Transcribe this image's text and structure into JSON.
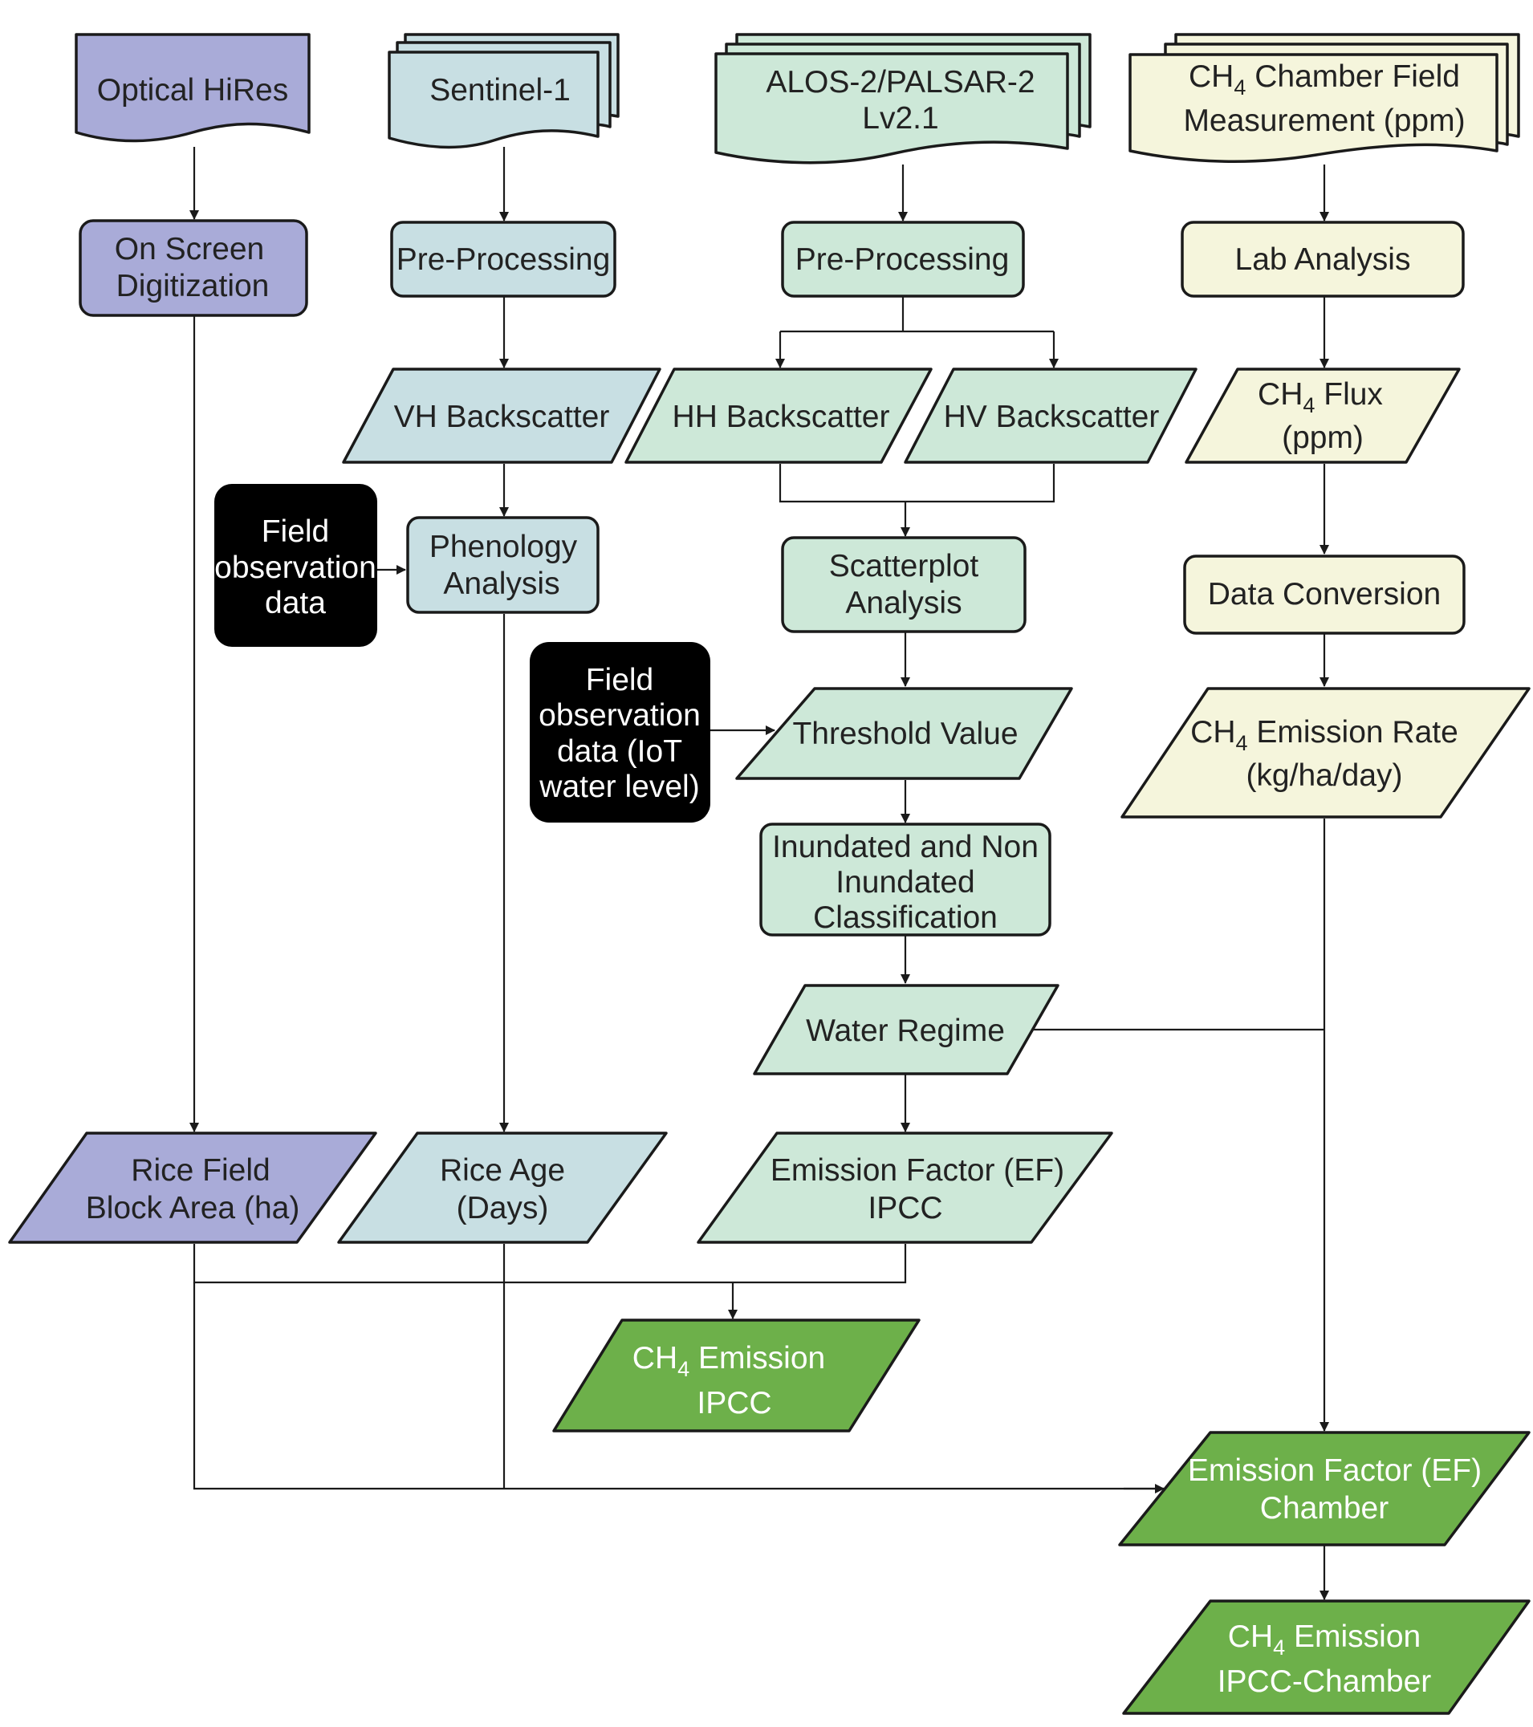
{
  "colors": {
    "optical": "#a9abd8",
    "sentinel": "#c8dfe3",
    "alos": "#cde8d8",
    "chamber": "#f5f5dc",
    "result": "#6db04a",
    "observation": "#000000",
    "line": "#1a1a1a"
  },
  "nodes": {
    "optical_hires": "Optical HiRes",
    "on_screen_digitization": [
      "On Screen",
      "Digitization"
    ],
    "rice_field_block_area": [
      "Rice Field",
      "Block Area (ha)"
    ],
    "sentinel1": "Sentinel-1",
    "s1_preprocessing": "Pre-Processing",
    "vh_backscatter": "VH Backscatter",
    "field_obs_1": [
      "Field",
      "observation",
      "data"
    ],
    "phenology_analysis": [
      "Phenology",
      "Analysis"
    ],
    "rice_age": [
      "Rice Age",
      "(Days)"
    ],
    "alos2": [
      "ALOS-2/PALSAR-2",
      "Lv2.1"
    ],
    "alos_preprocessing": "Pre-Processing",
    "hh_backscatter": "HH Backscatter",
    "hv_backscatter": "HV Backscatter",
    "scatterplot_analysis": [
      "Scatterplot",
      "Analysis"
    ],
    "field_obs_2": [
      "Field",
      "observation",
      "data (IoT",
      "water level)"
    ],
    "threshold_value": "Threshold Value",
    "inundated_classification": [
      "Inundated and Non",
      "Inundated",
      "Classification"
    ],
    "water_regime": "Water Regime",
    "ef_ipcc": [
      "Emission Factor (EF)",
      "IPCC"
    ],
    "ch4_emission_ipcc": {
      "ch": "CH",
      "sub": "4",
      "rest": " Emission",
      "line2": "IPCC"
    },
    "ch4_chamber_field": {
      "ch": "CH",
      "sub": "4",
      "rest": " Chamber Field",
      "line2": "Measurement (ppm)"
    },
    "lab_analysis": "Lab Analysis",
    "ch4_flux": {
      "ch": "CH",
      "sub": "4",
      "rest": " Flux",
      "line2": "(ppm)"
    },
    "data_conversion": "Data Conversion",
    "ch4_emission_rate": {
      "ch": "CH",
      "sub": "4",
      "rest": " Emission Rate",
      "line2": "(kg/ha/day)"
    },
    "ef_chamber": [
      "Emission Factor (EF)",
      "Chamber"
    ],
    "ch4_emission_ipcc_chamber": {
      "ch": "CH",
      "sub": "4",
      "rest": " Emission",
      "line2": "IPCC-Chamber"
    }
  }
}
